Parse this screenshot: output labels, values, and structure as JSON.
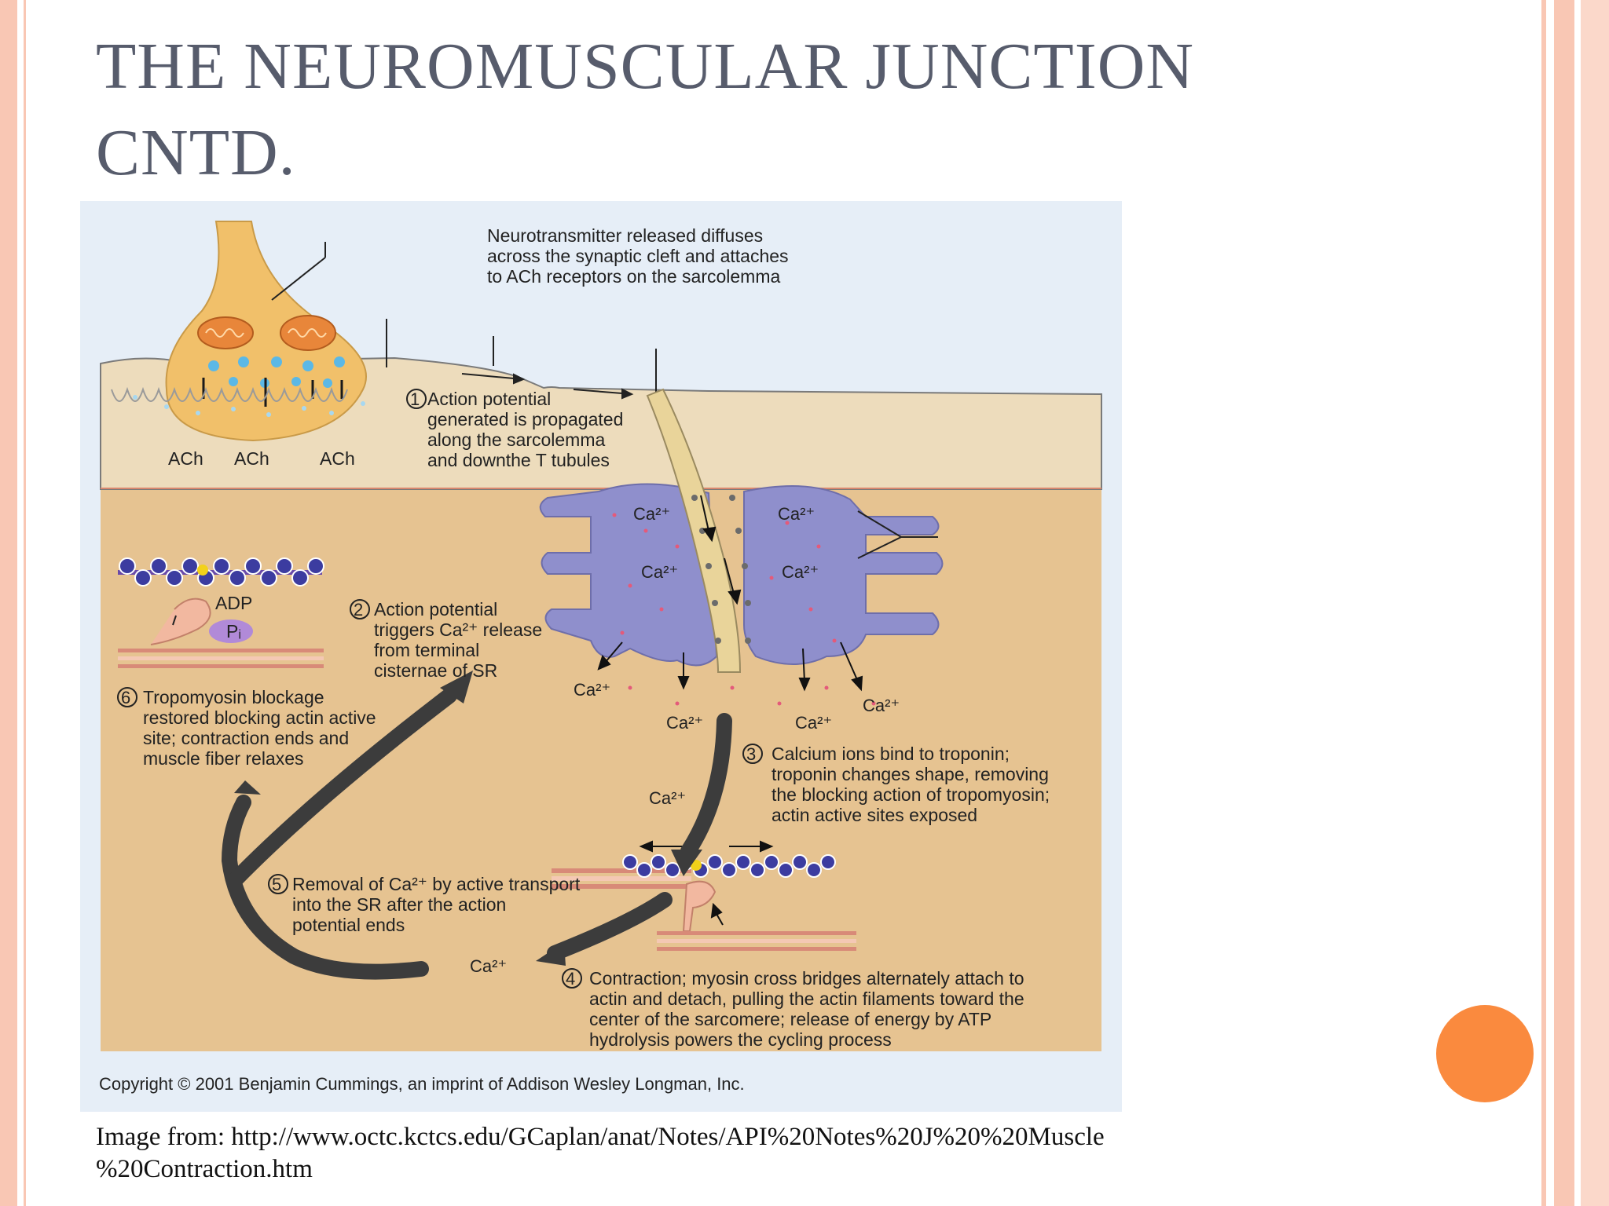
{
  "slide": {
    "title": "THE NEUROMUSCULAR JUNCTION\nCNTD.",
    "caption": "Image from: http://www.octc.kctcs.edu/GCaplan/anat/Notes/API%20Notes%20J%20%20Muscle\n%20Contraction.htm"
  },
  "diagram": {
    "neurotransmitter_note": [
      "Neurotransmitter released diffuses",
      "across the synaptic cleft and attaches",
      "to ACh receptors on the sarcolemma"
    ],
    "ach_labels": [
      "ACh",
      "ACh",
      "ACh"
    ],
    "steps": [
      {
        "num": "1",
        "lines": [
          "Action potential",
          "generated is propagated",
          "along the sarcolemma",
          "and downthe T tubules"
        ]
      },
      {
        "num": "2",
        "lines": [
          "Action potential",
          "triggers Ca²⁺ release",
          "from terminal",
          "cisternae of SR"
        ]
      },
      {
        "num": "3",
        "lines": [
          "Calcium ions bind to troponin;",
          "troponin changes shape, removing",
          "the blocking action of tropomyosin;",
          "actin active sites exposed"
        ]
      },
      {
        "num": "4",
        "lines": [
          "Contraction; myosin cross bridges alternately attach to",
          "actin and detach, pulling the actin filaments toward the",
          "center of the sarcomere; release of energy by ATP",
          "hydrolysis powers the cycling process"
        ]
      },
      {
        "num": "5",
        "lines": [
          "Removal of Ca²⁺ by active transport",
          "into the SR after the action",
          "potential ends"
        ]
      },
      {
        "num": "6",
        "lines": [
          "Tropomyosin blockage",
          "restored blocking actin active",
          "site; contraction ends and",
          "muscle fiber relaxes"
        ]
      }
    ],
    "ion_label": "Ca²⁺",
    "adp_label": "ADP",
    "pi_label": "Pᵢ",
    "copyright": "Copyright © 2001 Benjamin Cummings, an imprint of Addison Wesley Longman, Inc.",
    "colors": {
      "background": "#e6eef7",
      "sarcolemma": "#eddcbc",
      "muscle_fiber": "#e6c391",
      "nerve_terminal": "#f1c06a",
      "sarcoplasmic_reticulum": "#8f8fcc",
      "arrow": "#3c3c3c"
    }
  }
}
